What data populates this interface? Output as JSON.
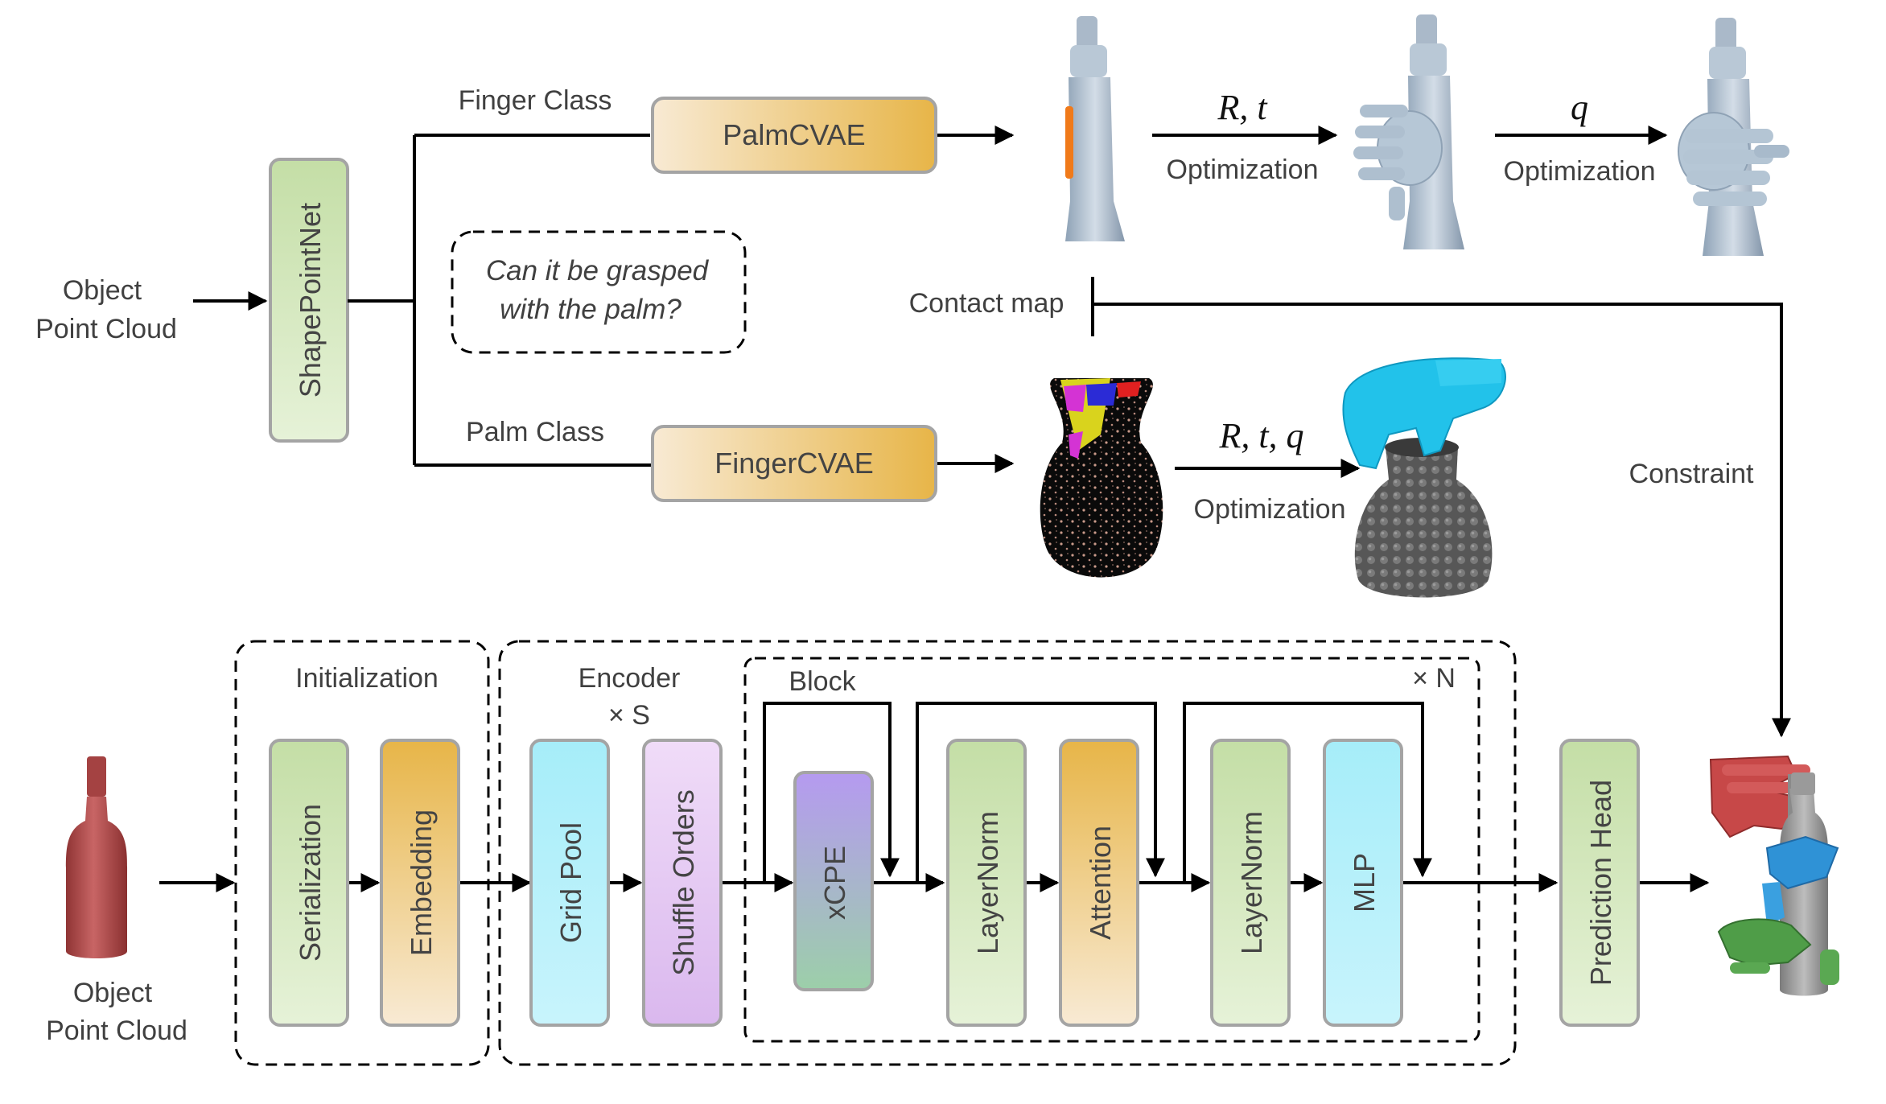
{
  "top": {
    "input_label_line1": "Object",
    "input_label_line2": "Point Cloud",
    "shapepointnet_label": "ShapePointNet",
    "question_line1": "Can it be grasped",
    "question_line2": "with the palm?",
    "finger_class_label": "Finger Class",
    "palm_class_label": "Palm Class",
    "palmcvae_label": "PalmCVAE",
    "fingercvae_label": "FingerCVAE",
    "rt_label": "R, t",
    "q_label": "q",
    "rtq_label": "R, t, q",
    "optimization_label": "Optimization",
    "contact_map_label": "Contact map",
    "constraint_label": "Constraint"
  },
  "bottom": {
    "input_label_line1": "Object",
    "input_label_line2": "Point Cloud",
    "initialization_label": "Initialization",
    "encoder_label": "Encoder",
    "encoder_repeat": "× S",
    "block_label": "Block",
    "block_repeat": "× N",
    "serialization_label": "Serialization",
    "embedding_label": "Embedding",
    "gridpool_label": "Grid Pool",
    "shuffle_label": "Shuffle Orders",
    "xcpe_label": "xCPE",
    "layernorm1_label": "LayerNorm",
    "attention_label": "Attention",
    "layernorm2_label": "LayerNorm",
    "mlp_label": "MLP",
    "prediction_label": "Prediction Head"
  },
  "colors": {
    "green_box": "#d5e8c0",
    "orange_box": "#ecc062",
    "cyan_box": "#b5f0fa",
    "purple_box": "#e4c8f2",
    "hand_blue": "#b6c7d6",
    "hand_cyan": "#22c2ea",
    "hand_red": "#c74848",
    "hand_green": "#4f9d48",
    "bottle_red": "#b24e4e"
  }
}
